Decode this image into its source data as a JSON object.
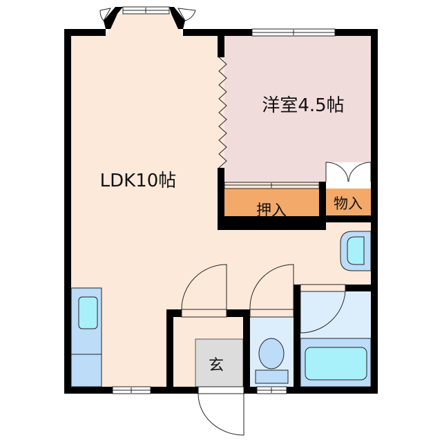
{
  "rooms": {
    "ldk": {
      "label": "LDK10帖",
      "color": "#fde9da"
    },
    "western": {
      "label": "洋室4.5帖",
      "color": "#f1dcdc"
    },
    "closet": {
      "label": "押入",
      "color": "#f2a96a"
    },
    "storage": {
      "label": "物入",
      "color": "#f2a96a"
    },
    "entrance": {
      "label": "玄",
      "color": "#dcdcdc"
    },
    "wet_area": {
      "color": "#dceefc"
    },
    "fixture": {
      "color": "#bcdcf8"
    },
    "water": {
      "color": "#a8f0fa"
    }
  }
}
